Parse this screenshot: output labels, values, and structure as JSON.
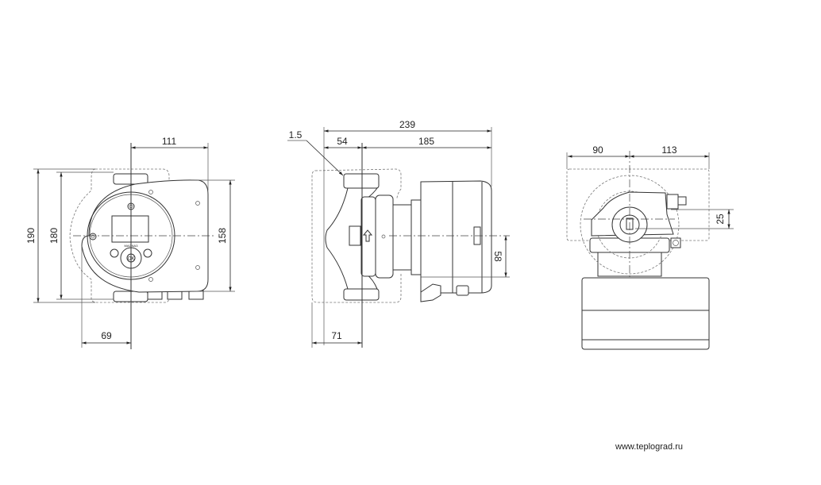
{
  "front_view": {
    "dim_top": "111",
    "dim_left_outer": "190",
    "dim_left_inner": "180",
    "dim_right": "158",
    "dim_bottom": "69",
    "brand_mark": "MAGNA3",
    "ok_button": "OK"
  },
  "side_view": {
    "dim_total": "239",
    "dim_left": "54",
    "dim_right": "185",
    "dim_note": "1.5",
    "dim_bottom": "71",
    "dim_axis": "58"
  },
  "top_view": {
    "dim_left": "90",
    "dim_right": "113",
    "dim_offset": "25"
  },
  "footer": {
    "url": "www.teplograd.ru"
  }
}
